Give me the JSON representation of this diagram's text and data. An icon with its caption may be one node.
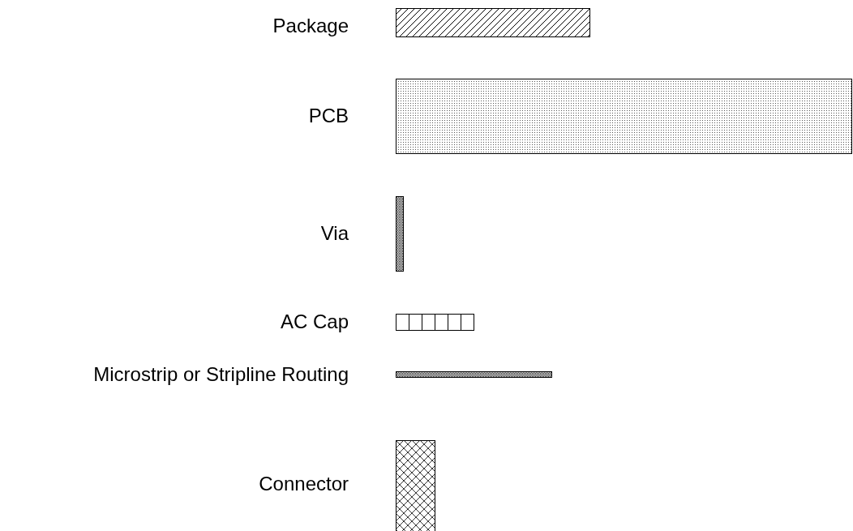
{
  "diagram": {
    "legend": [
      {
        "text": "Package"
      },
      {
        "text": "PCB"
      },
      {
        "text": "Via"
      },
      {
        "text": "AC Cap"
      },
      {
        "text": "Microstrip or Stripline Routing"
      },
      {
        "text": "Connector"
      }
    ]
  }
}
